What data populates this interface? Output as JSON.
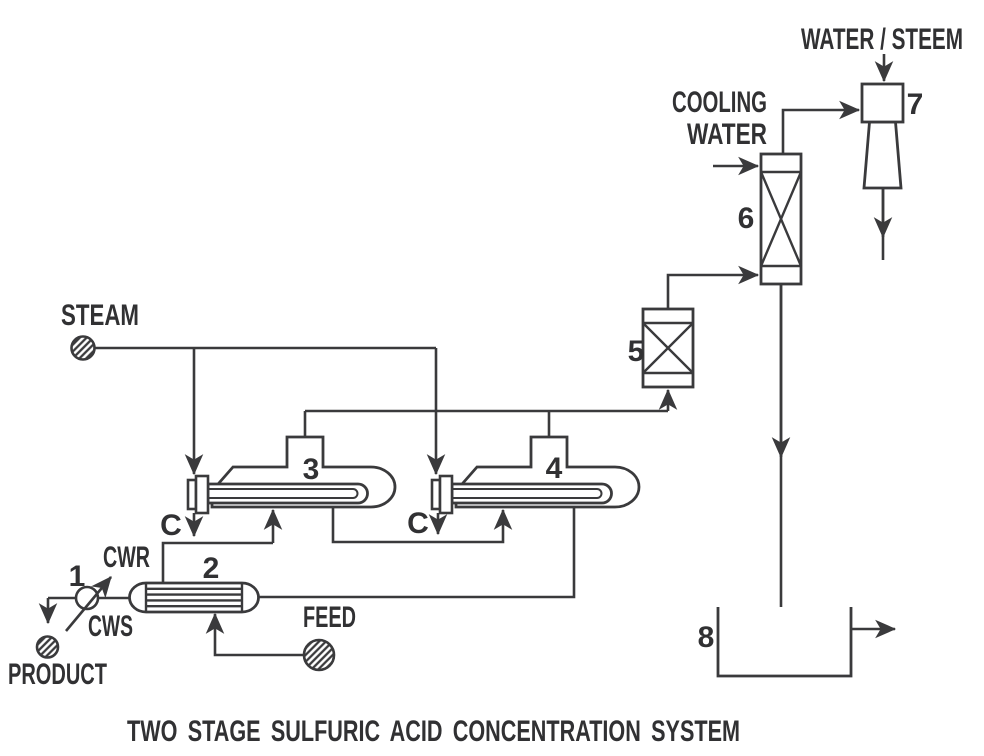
{
  "diagram": {
    "title": "TWO STAGE SULFURIC ACID CONCENTRATION SYSTEM",
    "colors": {
      "line": "#3a3a3c",
      "text": "#313133",
      "background": "#ffffff"
    },
    "streams": {
      "steam": "STEAM",
      "cooling_water_return": "CWR",
      "cooling_water_supply": "CWS",
      "product": "PRODUCT",
      "feed": "FEED",
      "cooling_water_line1": "COOLING",
      "cooling_water_line2": "WATER",
      "water_steam_top": "WATER / STEEM",
      "condensate_stage1": "C",
      "condensate_stage2": "C"
    },
    "equipment_tags": {
      "product_cooler": "1",
      "feed_product_exchanger": "2",
      "evaporator_stage1": "3",
      "evaporator_stage2": "4",
      "entrainment_column": "5",
      "condenser_column": "6",
      "ejector": "7",
      "seal_tank": "8"
    }
  }
}
